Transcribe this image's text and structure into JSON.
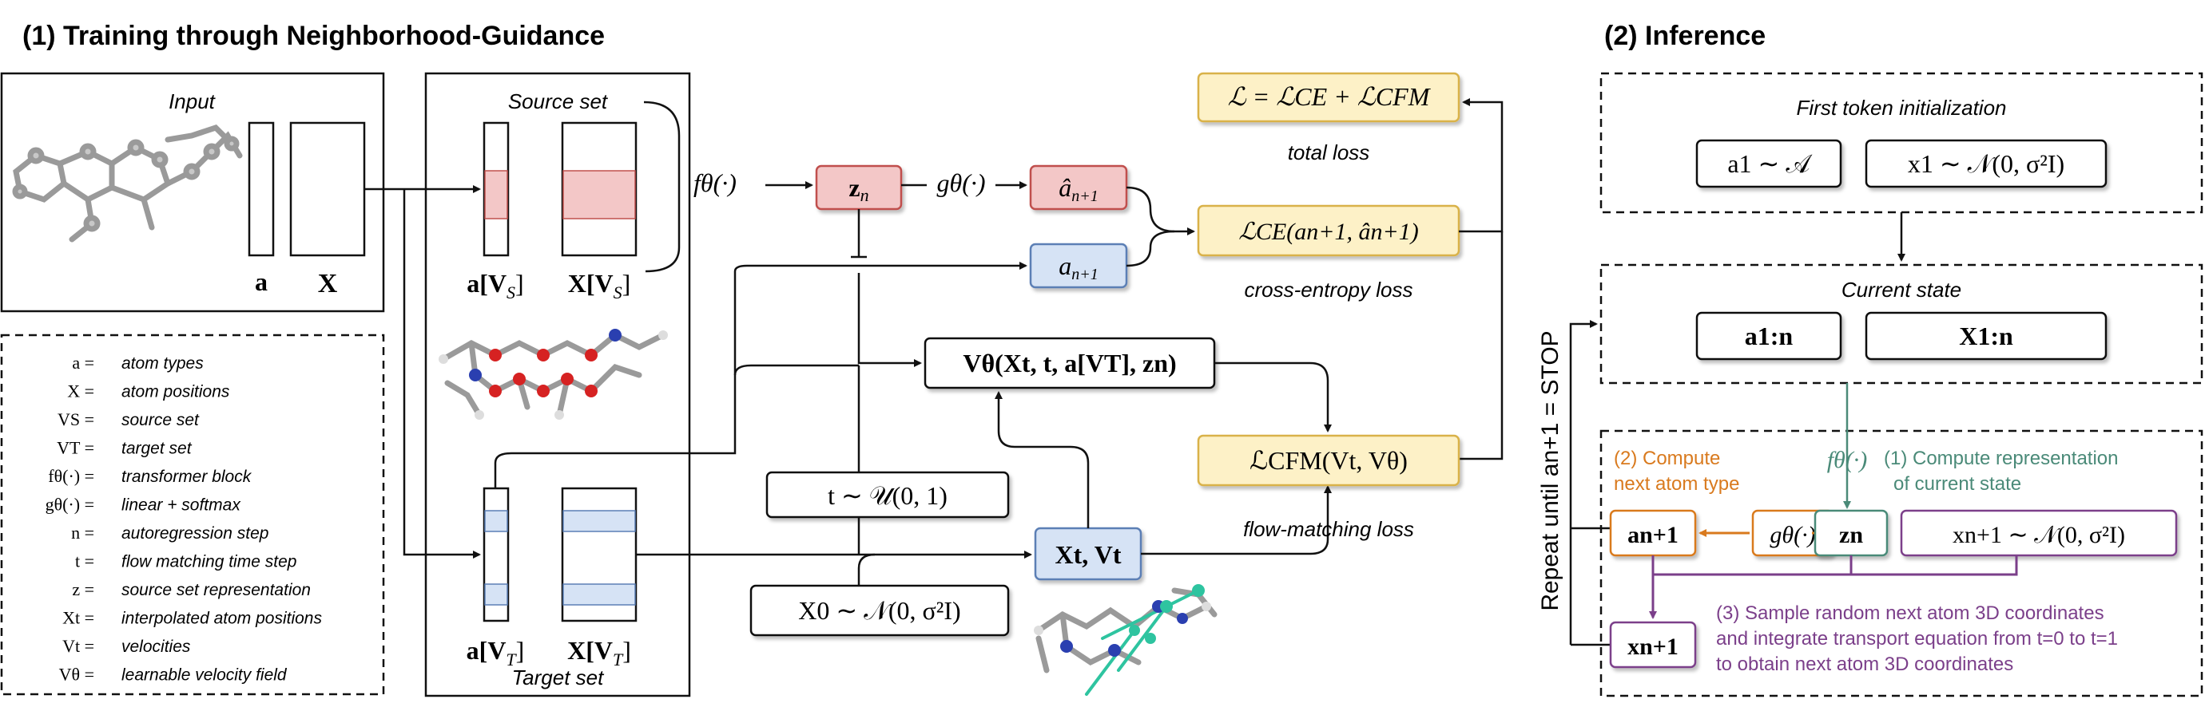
{
  "section1": {
    "title": "(1) Training through Neighborhood-Guidance",
    "input_label": "Input",
    "a_label": "a",
    "X_label": "X",
    "source_set_label": "Source set",
    "aVS_label": "a[V",
    "aVS_sub": "S",
    "XVS_label": "X[V",
    "XVS_sub": "S",
    "target_set_label": "Target set",
    "aVT_label": "a[V",
    "aVT_sub": "T",
    "XVT_label": "X[V",
    "XVT_sub": "T",
    "f_theta": "fθ(·)",
    "g_theta": "gθ(·)",
    "zn": "z",
    "zn_sub": "n",
    "a_hat": "â",
    "a_hat_sub": "n+1",
    "a_next": "a",
    "a_next_sub": "n+1",
    "total_loss_formula": "ℒ = ℒCE + ℒCFM",
    "total_loss_caption": "total loss",
    "ce_loss_formula": "ℒCE(an+1, ân+1)",
    "ce_loss_caption": "cross-entropy loss",
    "velocity_field": "Vθ(Xt, t, a[VT], zn)",
    "t_sample": "t ∼ 𝒰(0, 1)",
    "Xt_Vt": "Xt, Vt",
    "X0_sample": "X0 ∼ 𝒩(0, σ²I)",
    "cfm_loss_formula": "ℒCFM(Vt, Vθ)",
    "cfm_loss_caption": "flow-matching loss"
  },
  "legend": [
    {
      "symbol": "a =",
      "desc": "atom types"
    },
    {
      "symbol": "X =",
      "desc": "atom positions"
    },
    {
      "symbol": "VS =",
      "desc": "source set"
    },
    {
      "symbol": "VT =",
      "desc": "target set"
    },
    {
      "symbol": "fθ(·) =",
      "desc": "transformer block"
    },
    {
      "symbol": "gθ(·) =",
      "desc": "linear + softmax"
    },
    {
      "symbol": "n =",
      "desc": "autoregression step"
    },
    {
      "symbol": "t =",
      "desc": "flow matching time step"
    },
    {
      "symbol": "z =",
      "desc": "source set representation"
    },
    {
      "symbol": "Xt =",
      "desc": "interpolated atom positions"
    },
    {
      "symbol": "Vt =",
      "desc": "velocities"
    },
    {
      "symbol": "Vθ =",
      "desc": "learnable velocity field"
    }
  ],
  "section2": {
    "title": "(2) Inference",
    "first_token_label": "First token initialization",
    "a1_init": "a1 ∼ 𝒜",
    "x1_init": "x1 ∼ 𝒩(0, σ²I)",
    "current_state_label": "Current state",
    "a_1n": "a1:n",
    "X_1n": "X1:n",
    "repeat_label": "Repeat until an+1 = STOP",
    "f_theta": "fθ(·)",
    "step1_line1": "(1) Compute representation",
    "step1_line2": "of current state",
    "step2_line1": "(2) Compute",
    "step2_line2": "next atom type",
    "a_n1": "an+1",
    "g_theta": "gθ(·)",
    "zn": "zn",
    "x_n1_sample": "xn+1 ∼ 𝒩(0, σ²I)",
    "x_n1": "xn+1",
    "step3_line1": "(3) Sample random next atom 3D coordinates",
    "step3_line2": "and integrate transport equation from t=0 to t=1",
    "step3_line3": "to obtain next atom 3D coordinates"
  },
  "colors": {
    "pink_fill": "#f3c7c7",
    "pink_stroke": "#c0504d",
    "blue_fill": "#d6e3f5",
    "blue_stroke": "#5b7fb5",
    "yellow_fill": "#fdf1c7",
    "yellow_stroke": "#d9b24a",
    "orange": "#d97a1e",
    "teal": "#4a8a78",
    "purple": "#7b3f8a"
  }
}
